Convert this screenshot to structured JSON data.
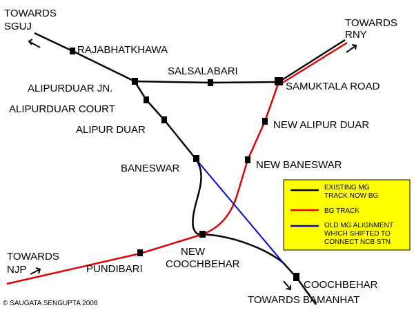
{
  "colors": {
    "existing_track": "#000000",
    "bg_track": "#e00000",
    "old_alignment": "#0000cc",
    "legend_bg": "#ffff00",
    "station": "#000000"
  },
  "directions": {
    "sguj": [
      "TOWARDS",
      "SGUJ"
    ],
    "rny": [
      "TOWARDS",
      "RNY"
    ],
    "njp": [
      "TOWARDS",
      "NJP"
    ],
    "bamanhat": "TOWARDS BAMANHAT"
  },
  "stations": {
    "rajabhatkhawa": "RAJABHATKHAWA",
    "salsalabari": "SALSALABARI",
    "alipurduar_jn": "ALIPURDUAR JN.",
    "samuktala_road": "SAMUKTALA ROAD",
    "alipurduar_court": "ALIPURDUAR COURT",
    "alipur_duar": "ALIPUR DUAR",
    "new_alipur_duar": "NEW ALIPUR DUAR",
    "baneswar": "BANESWAR",
    "new_baneswar": "NEW BANESWAR",
    "new_coochbehar": [
      "NEW",
      "COOCHBEHAR"
    ],
    "pundibari": "PUNDIBARI",
    "coochbehar": "COOCHBEHAR"
  },
  "legend": {
    "existing": [
      "EXISTING MG",
      "TRACK NOW BG"
    ],
    "bg": "BG TRACK",
    "old": [
      "OLD MG ALIGNMENT",
      "WHICH SHIFTED TO",
      "CONNECT NCB STN"
    ]
  },
  "copyright": "© SAUGATA SENGUPTA 2008"
}
